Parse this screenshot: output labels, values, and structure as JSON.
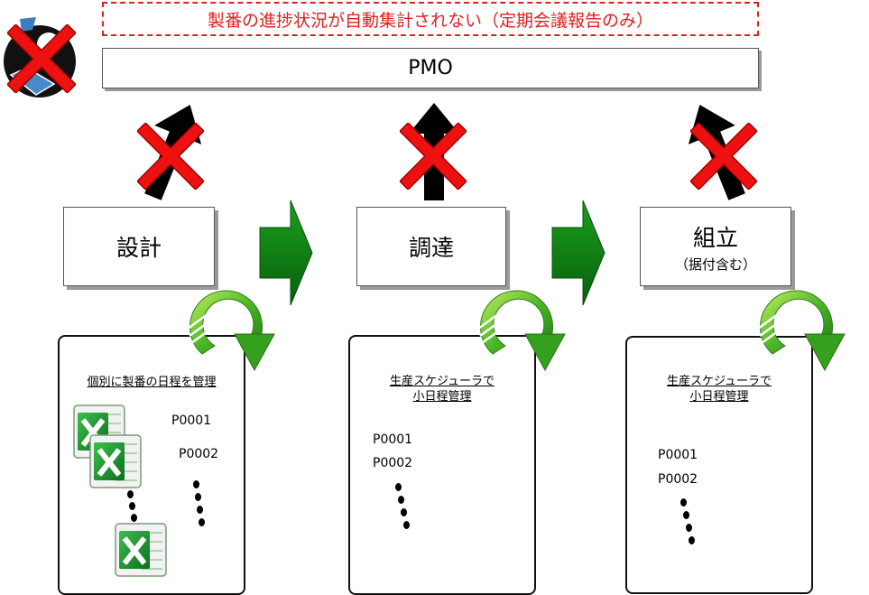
{
  "banner": {
    "text": "製番の進捗状況が自動集計されない（定期会議報告のみ）"
  },
  "pmo": {
    "label": "PMO"
  },
  "processes": [
    {
      "title": "設計",
      "subtitle": ""
    },
    {
      "title": "調達",
      "subtitle": ""
    },
    {
      "title": "組立",
      "subtitle": "（据付含む）"
    }
  ],
  "panels": [
    {
      "caption_lines": [
        "個別に製番の日程を管理"
      ],
      "codes": [
        "P0001",
        "P0002"
      ]
    },
    {
      "caption_lines": [
        "生産スケジューラで",
        "小日程管理"
      ],
      "codes": [
        "P0001",
        "P0002"
      ]
    },
    {
      "caption_lines": [
        "生産スケジューラで",
        "小日程管理"
      ],
      "codes": [
        "P0001",
        "P0002"
      ]
    }
  ],
  "icons": {
    "person_icon": "person-at-laptop",
    "cross_icon": "red-x-mark",
    "report_arrow": "black-up-arrow",
    "flow_arrow": "green-right-arrow",
    "cycle_arrow": "green-circular-arrow",
    "file_icon": "excel-file-icon"
  },
  "colors": {
    "cross": "#ee1111",
    "flow_green": "#0e7a12",
    "cycle_green": "#3aa81c",
    "banner_red": "#e02020"
  }
}
